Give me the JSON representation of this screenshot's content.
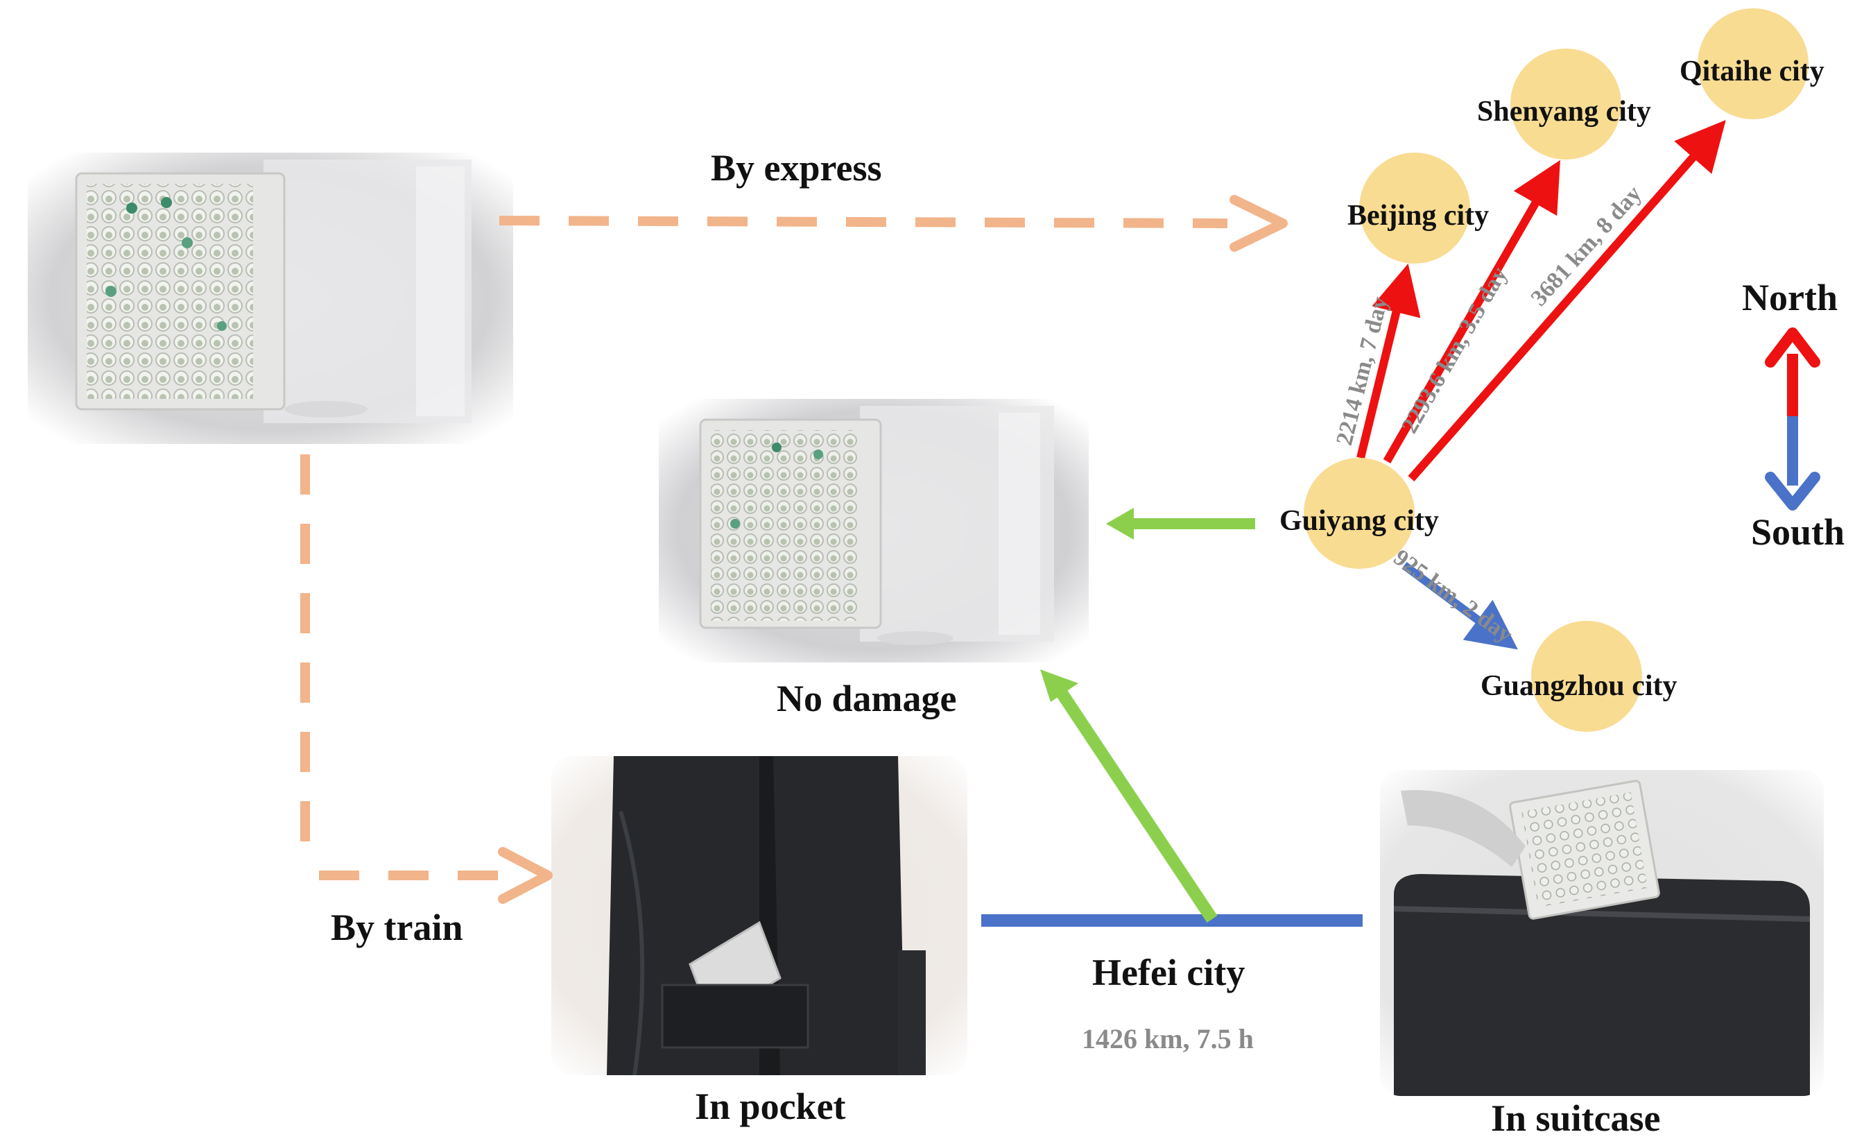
{
  "labels": {
    "by_express": "By express",
    "by_train": "By train",
    "no_damage": "No damage",
    "in_pocket": "In pocket",
    "in_suitcase": "In suitcase",
    "hefei": "Hefei city",
    "hefei_route": "1426 km, 7.5 h",
    "north": "North",
    "south": "South"
  },
  "cities": {
    "guiyang": "Guiyang city",
    "beijing": "Beijing city",
    "shenyang": "Shenyang city",
    "qitaihe": "Qitaihe city",
    "guangzhou": "Guangzhou city"
  },
  "routes": {
    "beijing": "2214 km, 7 day",
    "shenyang": "2293.6 km, 3.5 day",
    "qitaihe": "3681 km, 8 day",
    "guangzhou": "925 km, 2 day"
  },
  "colors": {
    "dashed_arrow": "#f2b48a",
    "north_route": "#ee1111",
    "south_route": "#4a72c8",
    "green_arrow": "#8ccf4d",
    "city_circle": "#f8dc92"
  }
}
